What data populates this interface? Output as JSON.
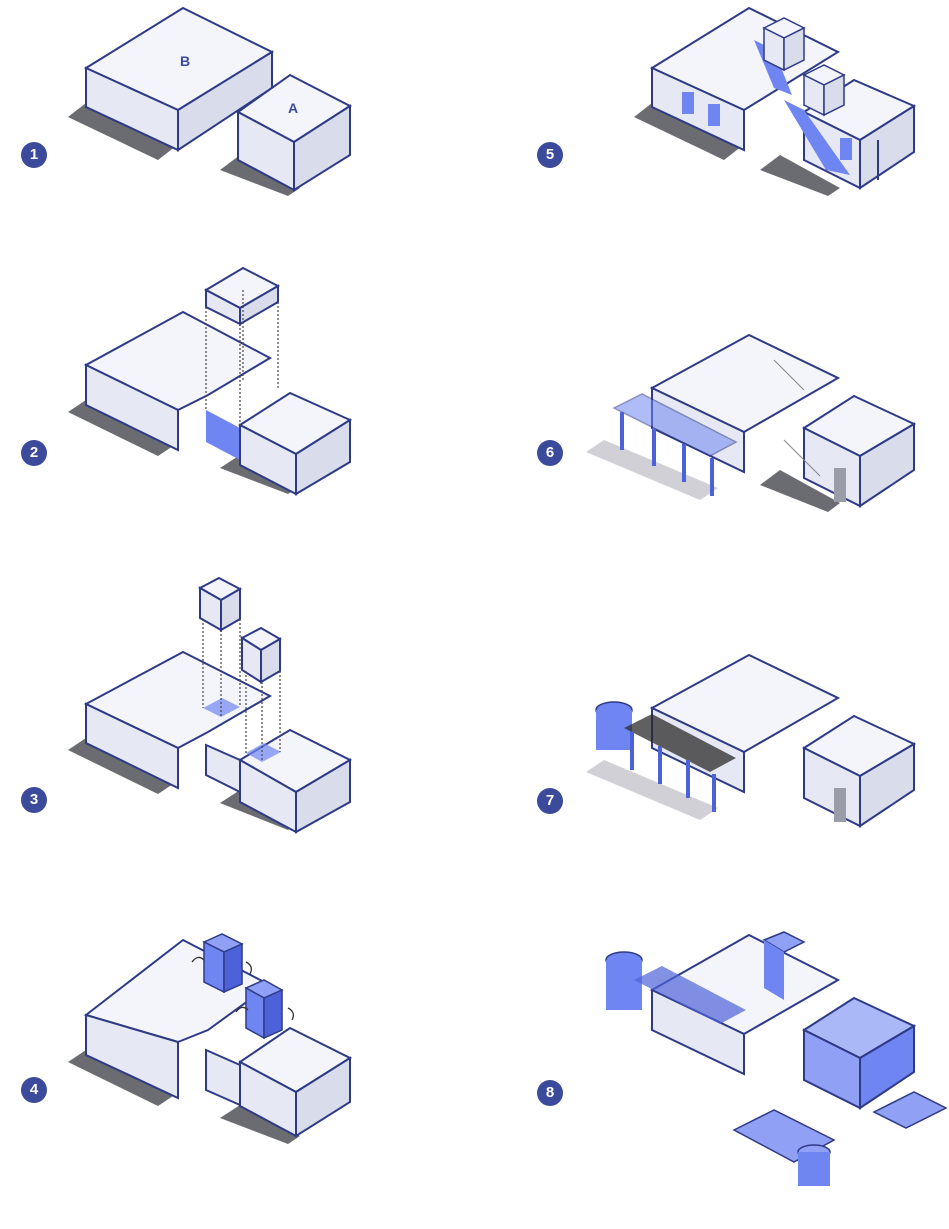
{
  "colors": {
    "outline": "#2e3a86",
    "top": "#f4f5fb",
    "left_face": "#e6e8f3",
    "right_face": "#d9dcea",
    "shadow": "#6b6b72",
    "accent": "#6f86f2",
    "accent_dark": "#4d62d8",
    "badge": "#3b4a9a",
    "dark_frame": "#2b2b2b"
  },
  "volumes": {
    "large": "B",
    "small": "A"
  },
  "steps": [
    {
      "number": "1"
    },
    {
      "number": "2"
    },
    {
      "number": "3"
    },
    {
      "number": "4"
    },
    {
      "number": "5"
    },
    {
      "number": "6"
    },
    {
      "number": "7"
    },
    {
      "number": "8"
    }
  ]
}
